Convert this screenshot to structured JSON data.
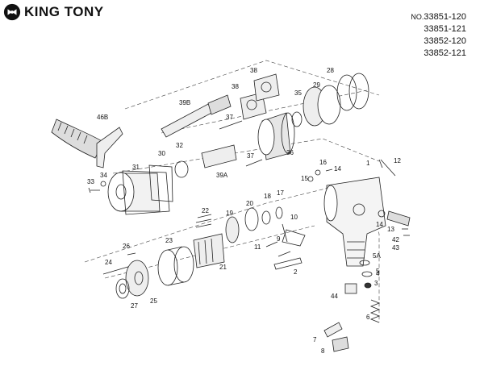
{
  "brand": {
    "name": "KING TONY",
    "logo_icon": "king-tony-logo-icon"
  },
  "models": {
    "prefix": "NO.",
    "items": [
      "33851-120",
      "33851-121",
      "33852-120",
      "33852-121"
    ]
  },
  "callouts": [
    "1",
    "2",
    "3",
    "4",
    "5",
    "5A",
    "6",
    "7",
    "8",
    "9",
    "10",
    "11",
    "12",
    "13",
    "14",
    "14",
    "15",
    "16",
    "17",
    "18",
    "19",
    "20",
    "21",
    "22",
    "23",
    "24",
    "25",
    "26",
    "27",
    "28",
    "29",
    "30",
    "31",
    "32",
    "33",
    "34",
    "35",
    "36",
    "37",
    "37",
    "38",
    "38",
    "39A",
    "39B",
    "42",
    "43",
    "44",
    "46B"
  ]
}
